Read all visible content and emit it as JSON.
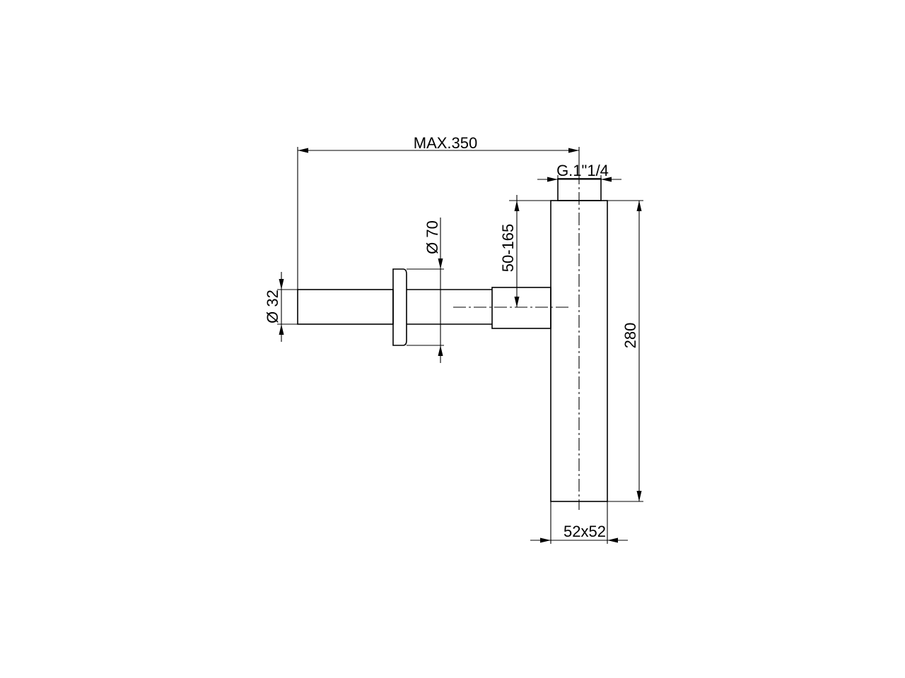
{
  "drawing": {
    "line_color": "#000000",
    "background_color": "#ffffff",
    "dimensions": {
      "max_length": "MAX.350",
      "thread": "G.1\"1/4",
      "adjust_range": "50-165",
      "flange_diameter": "Ø 70",
      "pipe_diameter": "Ø 32",
      "height": "280",
      "body_section": "52x52"
    }
  }
}
